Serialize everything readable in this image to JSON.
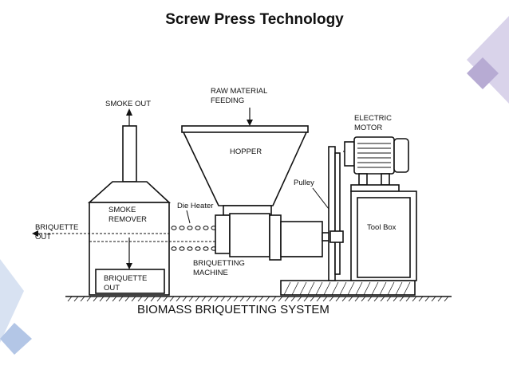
{
  "slide": {
    "title": "Screw Press Technology"
  },
  "diagram": {
    "caption": "BIOMASS BRIQUETTING SYSTEM",
    "labels": {
      "smoke_out": "SMOKE OUT",
      "raw_material_line1": "RAW MATERIAL",
      "raw_material_line2": "FEEDING",
      "electric_motor_line1": "ELECTRIC",
      "electric_motor_line2": "MOTOR",
      "hopper": "HOPPER",
      "pulley": "Pulley",
      "die_heater": "Die Heater",
      "smoke_remover_line1": "SMOKE",
      "smoke_remover_line2": "REMOVER",
      "briquette_out_left_line1": "BRIQUETTE",
      "briquette_out_left_line2": "OUT",
      "tool_box": "Tool Box",
      "briquetting_machine_line1": "BRIQUETTING",
      "briquetting_machine_line2": "MACHINE",
      "briquette_out_box_line1": "BRIQUETTE",
      "briquette_out_box_line2": "OUT"
    }
  },
  "decor": {
    "accent_purple": "#c9c2df",
    "accent_purple_dark": "#a99cc9",
    "accent_blue": "#c5d3ea",
    "accent_blue_dark": "#9fb5dd"
  }
}
